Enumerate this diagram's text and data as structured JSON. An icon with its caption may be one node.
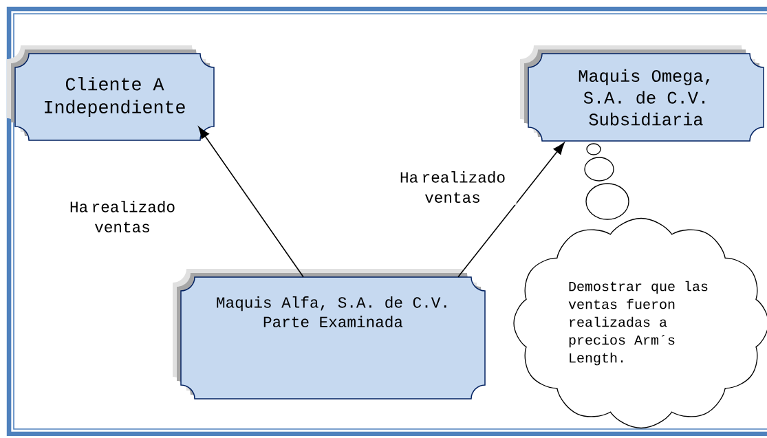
{
  "diagram": {
    "nodes": [
      {
        "text": [
          "Cliente A Independiente"
        ]
      },
      {
        "text": [
          "Maquis Omega, S.A. de C.V. Subsidiaria"
        ]
      },
      {
        "text": [
          "Maquis Alfa, S.A. de C.V. Parte Examinada"
        ]
      },
      {
        "text": [
          "Demostrar que las ventas fueron realizadas a precios Arm´s Length."
        ]
      }
    ],
    "edges": [
      {
        "from": 2,
        "to": 0,
        "arrow": "to",
        "label": "Ha realizado ventas"
      },
      {
        "from": 2,
        "to": 1,
        "arrow": "to",
        "label": "Ha realizado ventas"
      }
    ]
  }
}
